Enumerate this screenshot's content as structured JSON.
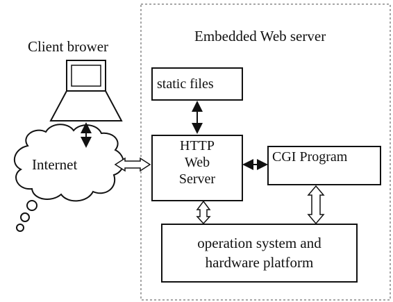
{
  "labels": {
    "server_title": "Embedded Web server",
    "client_title": "Client brower",
    "static_files": "static files",
    "http_line1": "HTTP",
    "http_line2": "Web",
    "http_line3": "Server",
    "cgi": "CGI Program",
    "os_line1": "operation system and",
    "os_line2": "hardware platform",
    "internet": "Internet"
  },
  "icons": {
    "client": "laptop-icon",
    "network": "cloud-icon"
  },
  "colors": {
    "stroke": "#111111",
    "fill": "#ffffff",
    "server_border": "#888888"
  }
}
